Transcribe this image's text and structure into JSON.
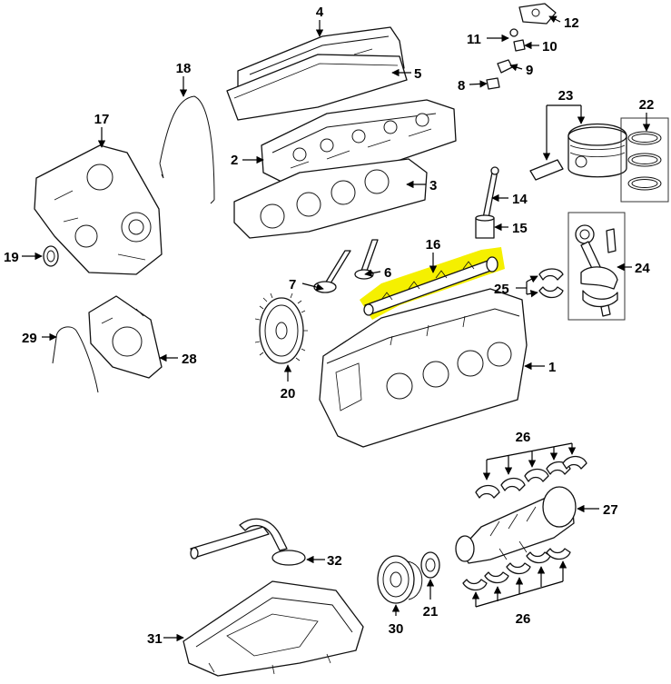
{
  "diagram": {
    "highlight_color": "#f5f000",
    "callouts": [
      {
        "id": "c1",
        "label": "1"
      },
      {
        "id": "c2",
        "label": "2"
      },
      {
        "id": "c3",
        "label": "3"
      },
      {
        "id": "c4",
        "label": "4"
      },
      {
        "id": "c5",
        "label": "5"
      },
      {
        "id": "c6",
        "label": "6"
      },
      {
        "id": "c7",
        "label": "7"
      },
      {
        "id": "c8",
        "label": "8"
      },
      {
        "id": "c9",
        "label": "9"
      },
      {
        "id": "c10",
        "label": "10"
      },
      {
        "id": "c11",
        "label": "11"
      },
      {
        "id": "c12",
        "label": "12"
      },
      {
        "id": "c14",
        "label": "14"
      },
      {
        "id": "c15",
        "label": "15"
      },
      {
        "id": "c16",
        "label": "16"
      },
      {
        "id": "c17",
        "label": "17"
      },
      {
        "id": "c18",
        "label": "18"
      },
      {
        "id": "c19",
        "label": "19"
      },
      {
        "id": "c20",
        "label": "20"
      },
      {
        "id": "c21",
        "label": "21"
      },
      {
        "id": "c22",
        "label": "22"
      },
      {
        "id": "c23",
        "label": "23"
      },
      {
        "id": "c24",
        "label": "24"
      },
      {
        "id": "c25",
        "label": "25"
      },
      {
        "id": "c26a",
        "label": "26"
      },
      {
        "id": "c26b",
        "label": "26"
      },
      {
        "id": "c27",
        "label": "27"
      },
      {
        "id": "c28",
        "label": "28"
      },
      {
        "id": "c29",
        "label": "29"
      },
      {
        "id": "c30",
        "label": "30"
      },
      {
        "id": "c31",
        "label": "31"
      },
      {
        "id": "c32",
        "label": "32"
      }
    ]
  }
}
